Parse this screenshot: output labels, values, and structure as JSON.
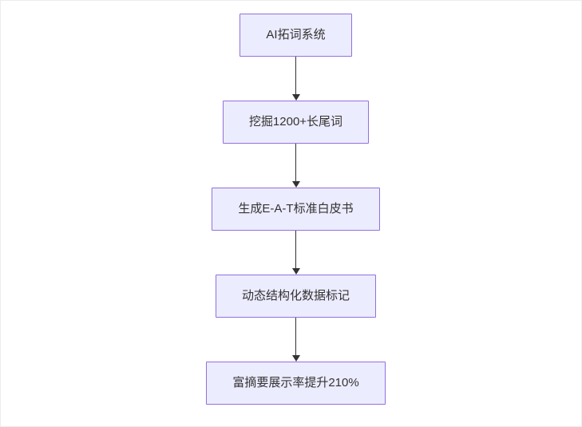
{
  "diagram": {
    "type": "flowchart",
    "direction": "top-down",
    "nodes": [
      {
        "id": "n1",
        "label": "AI拓词系统"
      },
      {
        "id": "n2",
        "label": "挖掘1200+长尾词"
      },
      {
        "id": "n3",
        "label": "生成E-A-T标准白皮书"
      },
      {
        "id": "n4",
        "label": "动态结构化数据标记"
      },
      {
        "id": "n5",
        "label": "富摘要展示率提升210%"
      }
    ],
    "edges": [
      {
        "from": "n1",
        "to": "n2"
      },
      {
        "from": "n2",
        "to": "n3"
      },
      {
        "from": "n3",
        "to": "n4"
      },
      {
        "from": "n4",
        "to": "n5"
      }
    ],
    "style": {
      "page_bg": "#ffffff",
      "node_fill": "#ECECFF",
      "node_border": "#9370DB",
      "node_text": "#333333",
      "edge_color": "#333333"
    }
  }
}
